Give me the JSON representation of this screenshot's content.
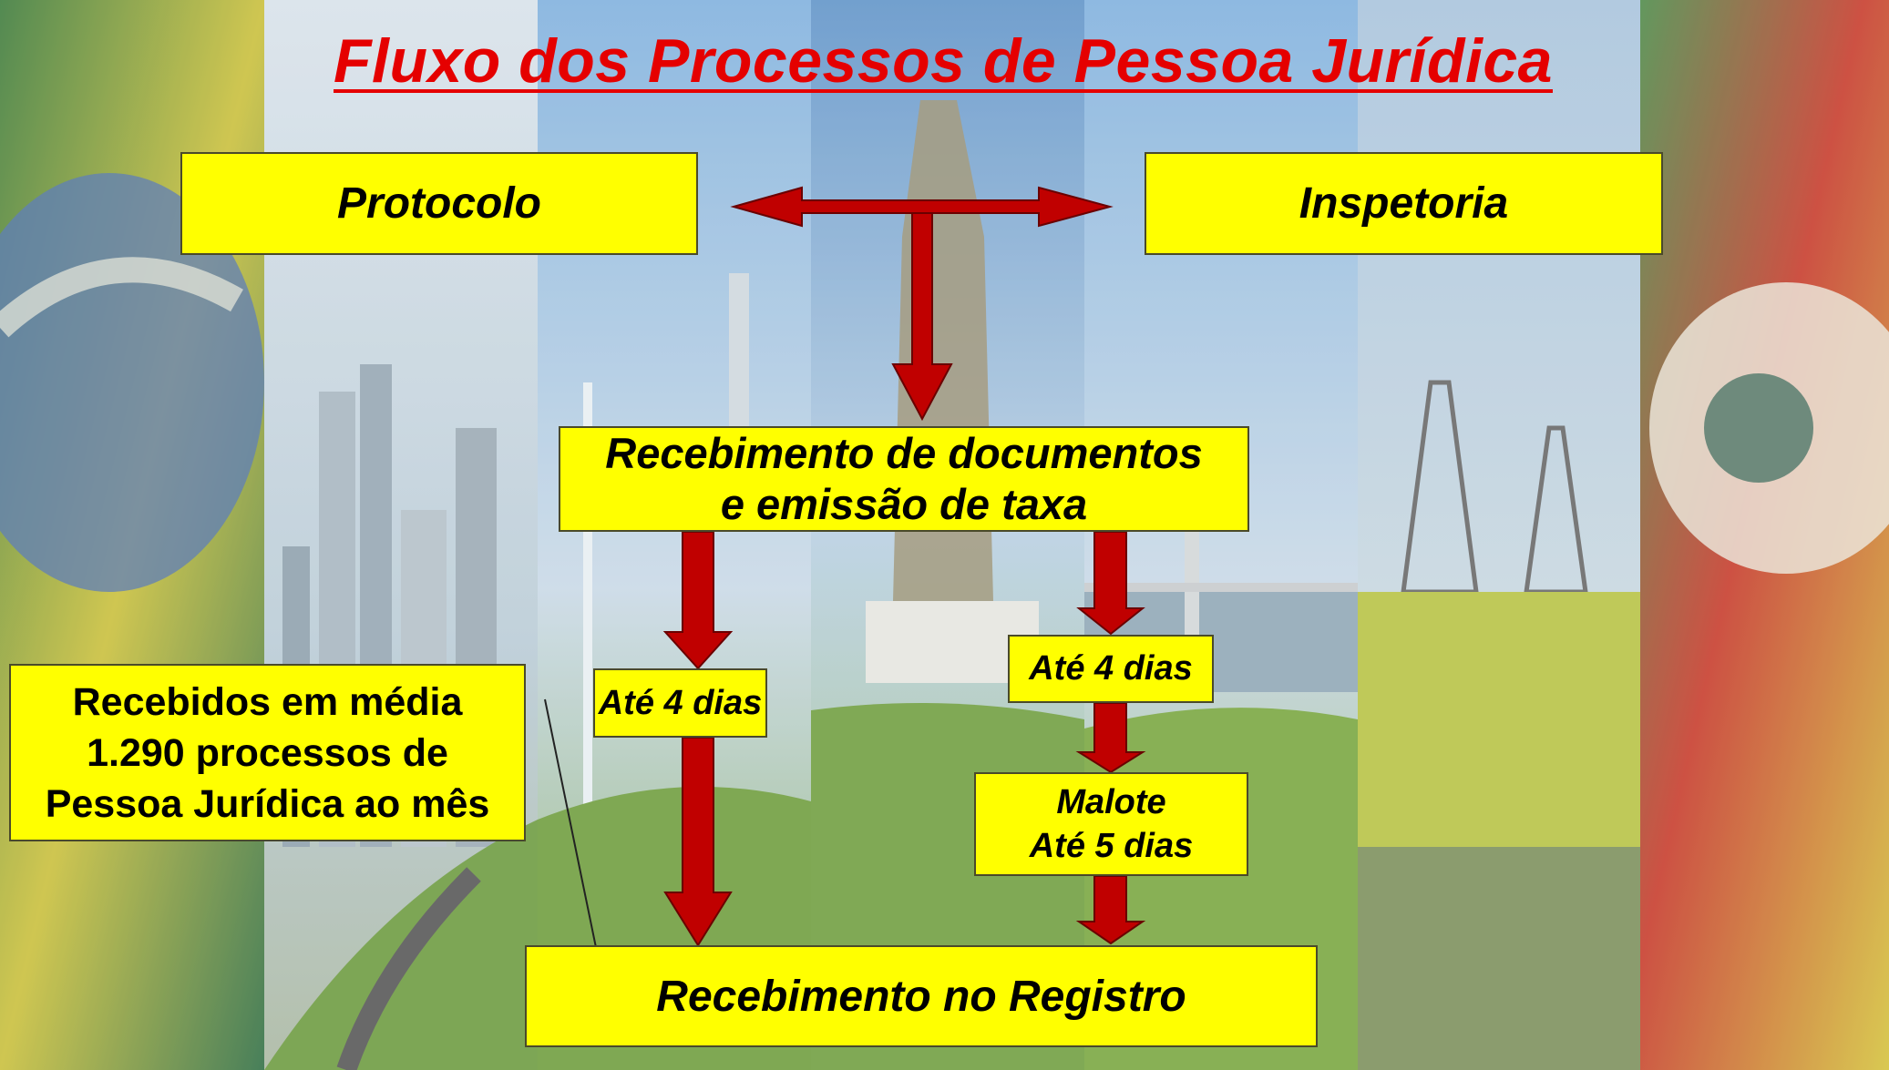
{
  "title": "Fluxo dos Processos de Pessoa Jurídica",
  "boxes": {
    "protocolo": "Protocolo",
    "inspetoria": "Inspetoria",
    "recebimento_docs_line1": "Recebimento de documentos",
    "recebimento_docs_line2": "e emissão de taxa",
    "ate4_left": "Até 4 dias",
    "ate4_right": "Até 4 dias",
    "malote_line1": "Malote",
    "malote_line2": "Até 5 dias",
    "registro": "Recebimento no Registro",
    "stats_line1": "Recebidos em média",
    "stats_line2": "1.290 processos de",
    "stats_line3": "Pessoa Jurídica ao mês"
  },
  "colors": {
    "title": "#e50000",
    "box_fill": "#ffff00",
    "arrow_fill": "#c00000"
  }
}
